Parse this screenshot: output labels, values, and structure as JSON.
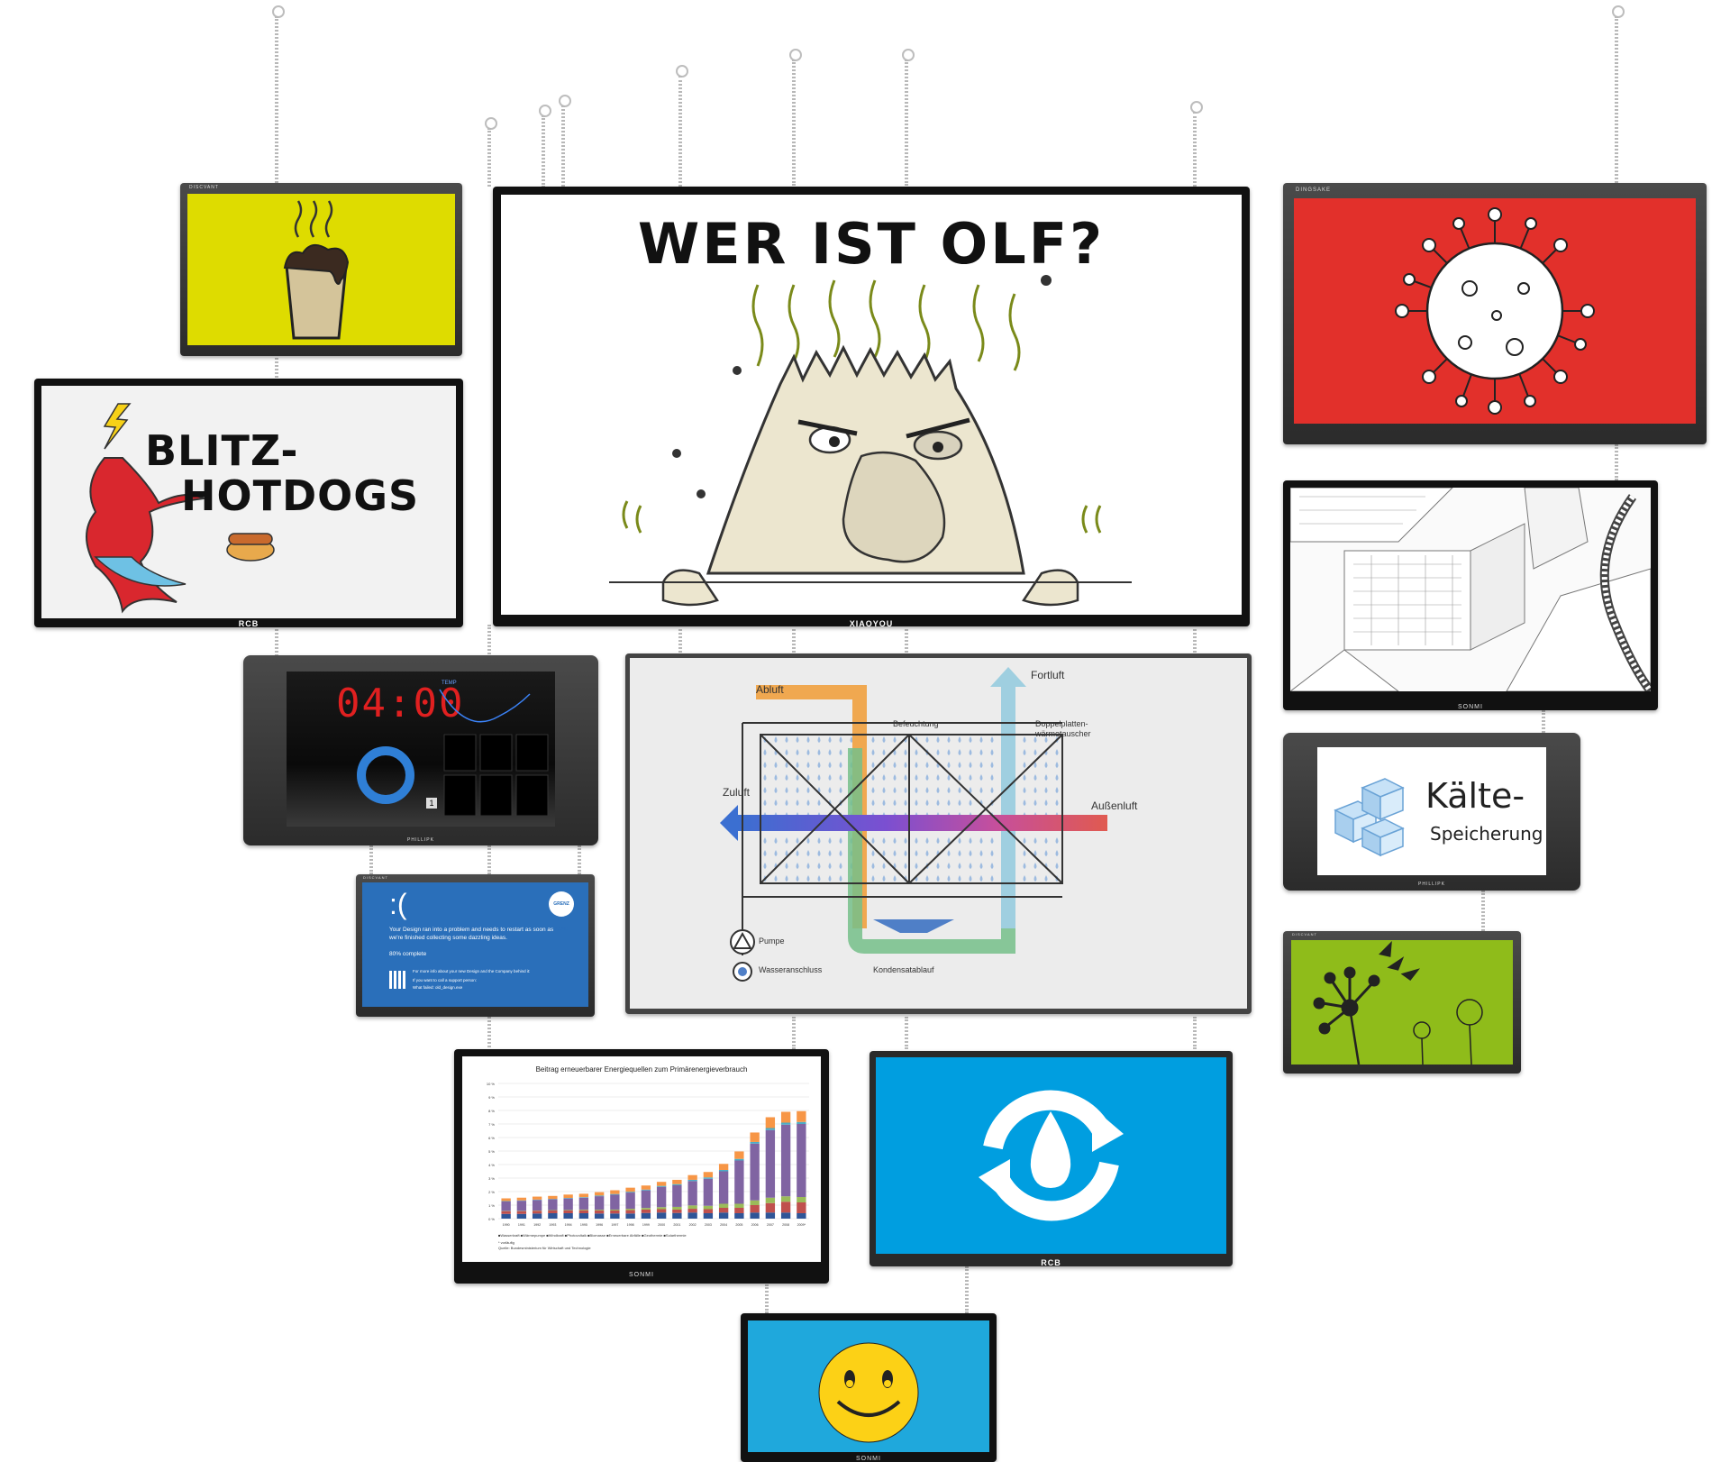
{
  "screens": {
    "coffee": {
      "brand": "DISCVANT",
      "bg": "#dedc00"
    },
    "blitz": {
      "line1": "BLITZ-",
      "line2": "HOTDOGS",
      "brand": "RCB"
    },
    "olf": {
      "title": "WER IST OLF?",
      "brand": "XIAOYOU"
    },
    "virus": {
      "brand": "DINGSAKE",
      "bg": "#e2302b"
    },
    "city": {
      "brand": "SONMI"
    },
    "clock": {
      "time": "04:00",
      "label": "TEMP",
      "badge": "1",
      "brand": "PHILLIPK"
    },
    "bsod": {
      "face": ":(",
      "logo": "GRENZ LAND",
      "message": "Your Design ran into a problem and needs to restart as soon as we're finished collecting some dazzling ideas.",
      "percent": "80% complete",
      "info": "For more info about your new Design and the Company behind it:",
      "call": "If you want to call a support person:",
      "small": "What failed: old_design.exe",
      "brand": "DISCVANT"
    },
    "hvac": {
      "abluft": "Abluft",
      "fortluft": "Fortluft",
      "befeuchtung": "Befeuchtung",
      "waermetauscher1": "Doppelplatten-",
      "waermetauscher2": "wärmetauscher",
      "zuluft": "Zuluft",
      "aussenluft": "Außenluft",
      "pumpe": "Pumpe",
      "wasseranschluss": "Wasseranschluss",
      "kondensatablauf": "Kondensatablauf"
    },
    "kaelte": {
      "line1": "Kälte-",
      "line2": "Speicherung",
      "brand": "PHILLIPK"
    },
    "dandelion": {
      "brand": "DISCVANT",
      "bg": "#8fbc1a"
    },
    "water": {
      "brand": "RCB",
      "bg": "#009ee0"
    },
    "smiley": {
      "brand": "SONMI",
      "bg": "#1fa8dc"
    },
    "energy": {
      "brand": "SONMI"
    }
  },
  "chart_data": {
    "type": "bar",
    "title": "Beitrag erneuerbarer Energiequellen zum Primärenergieverbrauch",
    "yticks": [
      "0 %",
      "1 %",
      "2 %",
      "3 %",
      "4 %",
      "5 %",
      "6 %",
      "7 %",
      "8 %",
      "9 %",
      "10 %"
    ],
    "ylim": [
      0,
      10
    ],
    "categories": [
      "1990",
      "1991",
      "1992",
      "1993",
      "1994",
      "1995",
      "1996",
      "1997",
      "1998",
      "1999",
      "2000",
      "2001",
      "2002",
      "2003",
      "2004",
      "2005",
      "2006",
      "2007",
      "2008",
      "2009*"
    ],
    "series": [
      {
        "name": "Wasserkraft",
        "color": "#2f5597",
        "values": [
          0.35,
          0.35,
          0.38,
          0.4,
          0.4,
          0.4,
          0.38,
          0.38,
          0.38,
          0.42,
          0.45,
          0.42,
          0.45,
          0.4,
          0.45,
          0.4,
          0.45,
          0.45,
          0.45,
          0.4
        ]
      },
      {
        "name": "Wärmepumpe",
        "color": "#c0504d",
        "values": [
          0.2,
          0.2,
          0.2,
          0.2,
          0.2,
          0.22,
          0.22,
          0.22,
          0.25,
          0.25,
          0.25,
          0.25,
          0.28,
          0.3,
          0.35,
          0.4,
          0.55,
          0.7,
          0.8,
          0.8
        ]
      },
      {
        "name": "Windkraft",
        "color": "#9bbb59",
        "values": [
          0.02,
          0.02,
          0.02,
          0.03,
          0.04,
          0.05,
          0.06,
          0.07,
          0.1,
          0.12,
          0.15,
          0.2,
          0.25,
          0.25,
          0.3,
          0.3,
          0.35,
          0.4,
          0.4,
          0.4
        ]
      },
      {
        "name": "Photovoltaik",
        "color": "#8064a2",
        "values": [
          0.7,
          0.75,
          0.78,
          0.8,
          0.85,
          0.88,
          1.0,
          1.1,
          1.2,
          1.3,
          1.5,
          1.6,
          1.8,
          2.0,
          2.4,
          3.2,
          4.2,
          5.0,
          5.3,
          5.4
        ]
      },
      {
        "name": "Biomasse",
        "color": "#4bacc6",
        "values": [
          0.03,
          0.03,
          0.03,
          0.03,
          0.04,
          0.04,
          0.05,
          0.05,
          0.06,
          0.06,
          0.07,
          0.08,
          0.09,
          0.1,
          0.1,
          0.12,
          0.12,
          0.15,
          0.15,
          0.15
        ]
      },
      {
        "name": "Erneuerbare Abfälle",
        "color": "#f79646",
        "values": [
          0.2,
          0.2,
          0.22,
          0.22,
          0.25,
          0.25,
          0.25,
          0.28,
          0.3,
          0.3,
          0.3,
          0.32,
          0.35,
          0.4,
          0.45,
          0.55,
          0.7,
          0.8,
          0.8,
          0.8
        ]
      }
    ],
    "legend": "■Wasserkraft ■Wärmepumpe ■Windkraft ■Photovoltaik ■Biomasse ■Erneuerbare Abfälle ■Geothermie ■Solarthermie",
    "note1": "* vorläufig",
    "note2": "Quelle: Bundesministerium für Wirtschaft und Technologie"
  }
}
